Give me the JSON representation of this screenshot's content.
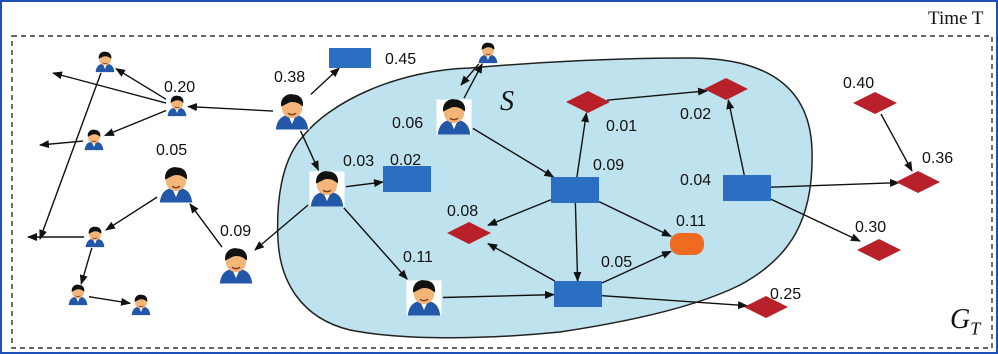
{
  "time_label": "Time T",
  "graph_label": {
    "main": "G",
    "sub": "T"
  },
  "subset_label": "S",
  "colors": {
    "frame": "#1f4fb8",
    "region_fill": "#bfe3ee",
    "blue_node": "#2c6fc2",
    "red_node": "#b8202a",
    "orange_node": "#f06a20",
    "edge": "#111111"
  },
  "icons": {
    "person": "person-icon",
    "blue": "rectangle-node-icon",
    "red": "diamond-node-icon",
    "orange": "rounded-node-icon"
  },
  "nodes": [
    {
      "id": "p1",
      "type": "person",
      "size": "small",
      "label": ""
    },
    {
      "id": "p2",
      "type": "person",
      "size": "small",
      "label": "0.20"
    },
    {
      "id": "p3",
      "type": "person",
      "size": "small",
      "label": ""
    },
    {
      "id": "p4",
      "type": "person",
      "size": "large",
      "label": "0.38"
    },
    {
      "id": "b1",
      "type": "blue",
      "size": "small",
      "label": "0.45"
    },
    {
      "id": "p5",
      "type": "person",
      "size": "small",
      "label": ""
    },
    {
      "id": "p6",
      "type": "person",
      "size": "large",
      "label": "0.06"
    },
    {
      "id": "p7",
      "type": "person",
      "size": "large",
      "label": "0.05"
    },
    {
      "id": "p8",
      "type": "person",
      "size": "large",
      "label": "0.03"
    },
    {
      "id": "b2",
      "type": "blue",
      "size": "large",
      "label": "0.02"
    },
    {
      "id": "p9",
      "type": "person",
      "size": "large",
      "label": "0.09"
    },
    {
      "id": "p10",
      "type": "person",
      "size": "small",
      "label": ""
    },
    {
      "id": "p11",
      "type": "person",
      "size": "small",
      "label": ""
    },
    {
      "id": "p12",
      "type": "person",
      "size": "small",
      "label": ""
    },
    {
      "id": "p13",
      "type": "person",
      "size": "large",
      "label": "0.11"
    },
    {
      "id": "r1",
      "type": "red",
      "size": "large",
      "label": "0.01"
    },
    {
      "id": "r2",
      "type": "red",
      "size": "large",
      "label": "0.02"
    },
    {
      "id": "b3",
      "type": "blue",
      "size": "large",
      "label": "0.09"
    },
    {
      "id": "b4",
      "type": "blue",
      "size": "large",
      "label": "0.04"
    },
    {
      "id": "r3",
      "type": "red",
      "size": "large",
      "label": "0.08"
    },
    {
      "id": "o1",
      "type": "orange",
      "size": "large",
      "label": "0.11"
    },
    {
      "id": "b5",
      "type": "blue",
      "size": "large",
      "label": "0.05"
    },
    {
      "id": "r4",
      "type": "red",
      "size": "large",
      "label": "0.25"
    },
    {
      "id": "r5",
      "type": "red",
      "size": "large",
      "label": "0.40"
    },
    {
      "id": "r6",
      "type": "red",
      "size": "large",
      "label": "0.36"
    },
    {
      "id": "r7",
      "type": "red",
      "size": "large",
      "label": "0.30"
    }
  ],
  "edges": [
    [
      "p2",
      "out1"
    ],
    [
      "p2",
      "p1"
    ],
    [
      "p2",
      "p3"
    ],
    [
      "p3",
      "out2"
    ],
    [
      "p1",
      "out3"
    ],
    [
      "p4",
      "p2"
    ],
    [
      "p4",
      "b1"
    ],
    [
      "p4",
      "p8"
    ],
    [
      "p6",
      "p5"
    ],
    [
      "p6",
      "b3"
    ],
    [
      "p5",
      "out4"
    ],
    [
      "p8",
      "b2"
    ],
    [
      "p8",
      "p9"
    ],
    [
      "p8",
      "p13"
    ],
    [
      "p9",
      "p7"
    ],
    [
      "p7",
      "p10"
    ],
    [
      "p10",
      "out5"
    ],
    [
      "p10",
      "p11"
    ],
    [
      "p11",
      "p12"
    ],
    [
      "b3",
      "r1"
    ],
    [
      "r1",
      "r2"
    ],
    [
      "b3",
      "r3"
    ],
    [
      "b3",
      "o1"
    ],
    [
      "b3",
      "b5"
    ],
    [
      "b4",
      "r2"
    ],
    [
      "b4",
      "r6"
    ],
    [
      "b4",
      "r7"
    ],
    [
      "r5",
      "r6"
    ],
    [
      "p13",
      "b5"
    ],
    [
      "b5",
      "r3"
    ],
    [
      "b5",
      "o1"
    ],
    [
      "b5",
      "r4"
    ]
  ]
}
